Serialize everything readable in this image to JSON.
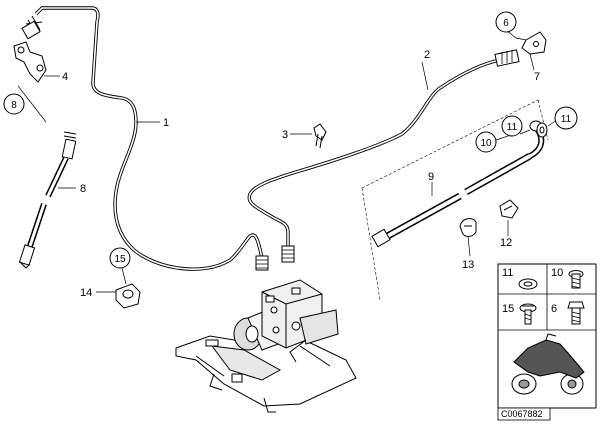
{
  "callouts": {
    "c1": "1",
    "c2": "2",
    "c3": "3",
    "c4": "4",
    "c7": "7",
    "c8": "8",
    "c9": "9",
    "c12": "12",
    "c13": "13",
    "c14": "14"
  },
  "circled": {
    "tl": "8",
    "tr": "6",
    "mid_left": "10",
    "mid_center": "11",
    "mid_right": "11",
    "bottom": "15"
  },
  "inset": {
    "cell1": "11",
    "cell2": "10",
    "cell3": "15",
    "cell4": "6"
  },
  "doc_id": "C0067882"
}
